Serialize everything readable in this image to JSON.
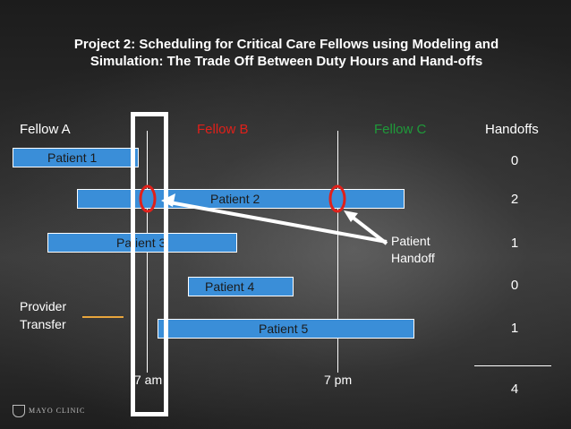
{
  "title": "Project 2: Scheduling for Critical Care Fellows using Modeling and Simulation: The Trade Off Between Duty Hours and Hand-offs",
  "columns": {
    "fellow_a": "Fellow A",
    "fellow_b": "Fellow B",
    "fellow_c": "Fellow C",
    "handoffs": "Handoffs"
  },
  "colors": {
    "fellow_a": "#ffffff",
    "fellow_b": "#e0201a",
    "fellow_c": "#1f9a3a",
    "bar": "#3a8ed8",
    "handoff_marker": "#e0201a",
    "transfer_line": "#e8a53c"
  },
  "patients": [
    {
      "label": "Patient 1",
      "handoffs": "0"
    },
    {
      "label": "Patient 2",
      "handoffs": "2"
    },
    {
      "label": "Patient 3",
      "handoffs": "1"
    },
    {
      "label": "Patient 4",
      "handoffs": "0"
    },
    {
      "label": "Patient 5",
      "handoffs": "1"
    }
  ],
  "total_handoffs": "4",
  "time_labels": {
    "am": "7 am",
    "pm": "7 pm"
  },
  "annotations": {
    "handoff_line1": "Patient",
    "handoff_line2": "Handoff",
    "transfer_line1": "Provider",
    "transfer_line2": "Transfer"
  },
  "logo_text": "MAYO CLINIC"
}
